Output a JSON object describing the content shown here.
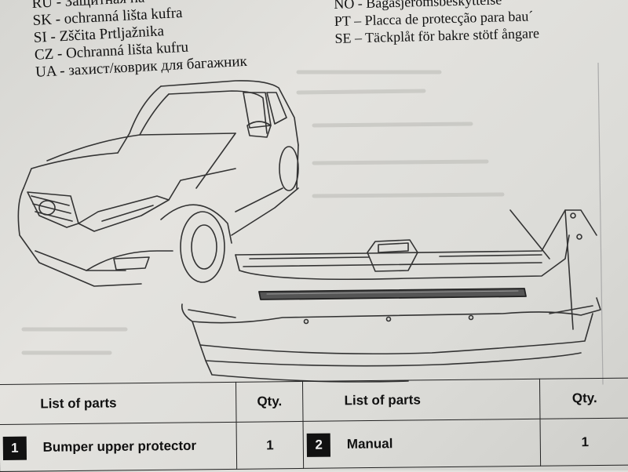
{
  "languages_left": [
    "RU - Защитная на",
    "SK - ochranná lišta kufra",
    "SI - Zščita  Prtljažnika",
    "CZ - Ochranná lišta kufru",
    "UA - захист/коврик для багажник"
  ],
  "languages_right": [
    "NO - Bagasjeromsbeskyttelse",
    "PT – Placca de protecção  para bau´",
    "SE – Täckplåt för bakre stötf ångare"
  ],
  "parts_table": {
    "header_left": "List of parts",
    "header_qty_left": "Qty.",
    "header_right": "List of parts",
    "header_qty_right": "Qty.",
    "rows": [
      {
        "number": "1",
        "name": "Bumper upper protector",
        "qty": "1"
      },
      {
        "number": "2",
        "name": "Manual",
        "qty": "1"
      }
    ]
  }
}
